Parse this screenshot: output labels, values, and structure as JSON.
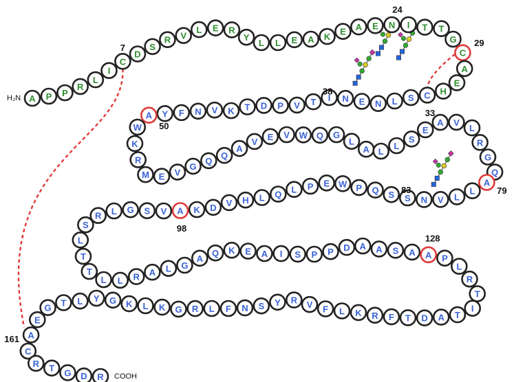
{
  "sequence": [
    "A",
    "P",
    "P",
    "R",
    "L",
    "I",
    "C",
    "D",
    "S",
    "R",
    "V",
    "L",
    "E",
    "R",
    "Y",
    "L",
    "L",
    "E",
    "A",
    "K",
    "E",
    "A",
    "E",
    "N",
    "I",
    "T",
    "T",
    "G",
    "C",
    "A",
    "E",
    "H",
    "C",
    "S",
    "L",
    "N",
    "E",
    "N",
    "I",
    "T",
    "V",
    "P",
    "D",
    "T",
    "K",
    "V",
    "N",
    "F",
    "Y",
    "A",
    "W",
    "K",
    "R",
    "M",
    "E",
    "V",
    "G",
    "Q",
    "Q",
    "A",
    "V",
    "E",
    "V",
    "W",
    "Q",
    "G",
    "L",
    "A",
    "L",
    "L",
    "S",
    "E",
    "A",
    "V",
    "L",
    "R",
    "G",
    "Q",
    "A",
    "L",
    "L",
    "V",
    "N",
    "S",
    "S",
    "Q",
    "P",
    "W",
    "E",
    "P",
    "L",
    "Q",
    "L",
    "H",
    "V",
    "D",
    "K",
    "A",
    "V",
    "S",
    "G",
    "L",
    "R",
    "S",
    "L",
    "T",
    "T",
    "L",
    "L",
    "R",
    "A",
    "L",
    "G",
    "A",
    "Q",
    "K",
    "E",
    "A",
    "I",
    "S",
    "P",
    "P",
    "D",
    "A",
    "A",
    "S",
    "A",
    "A",
    "P",
    "L",
    "R",
    "T",
    "I",
    "T",
    "A",
    "D",
    "T",
    "F",
    "R",
    "K",
    "L",
    "F",
    "V",
    "R",
    "Y",
    "S",
    "N",
    "F",
    "L",
    "R",
    "G",
    "K",
    "L",
    "K",
    "G",
    "Y",
    "L",
    "T",
    "G",
    "E",
    "A",
    "C",
    "R",
    "T",
    "G",
    "D",
    "R"
  ],
  "green_residue_count": 32,
  "highlighted_residues": [
    29,
    50,
    79,
    98,
    128
  ],
  "position_labels": [
    {
      "text": "7",
      "residue": 7
    },
    {
      "text": "24",
      "residue": 24
    },
    {
      "text": "29",
      "residue": 29
    },
    {
      "text": "33",
      "residue": 33
    },
    {
      "text": "38",
      "residue": 38
    },
    {
      "text": "50",
      "residue": 50
    },
    {
      "text": "79",
      "residue": 79
    },
    {
      "text": "83",
      "residue": 83
    },
    {
      "text": "98",
      "residue": 98
    },
    {
      "text": "128",
      "residue": 128
    },
    {
      "text": "161",
      "residue": 161
    }
  ],
  "disulfide_bonds": [
    [
      7,
      161
    ],
    [
      29,
      33
    ]
  ],
  "glycosylation_sites": [
    24,
    38,
    83
  ],
  "n_terminus_label": "H₂N",
  "c_terminus_label": "COOH",
  "colors": {
    "green_residue_text": "#2e8b2e",
    "blue_residue_text": "#3a62d6",
    "highlight_ring": "#e03a3a",
    "normal_ring": "#222222",
    "disulfide": "#e03a3a"
  }
}
